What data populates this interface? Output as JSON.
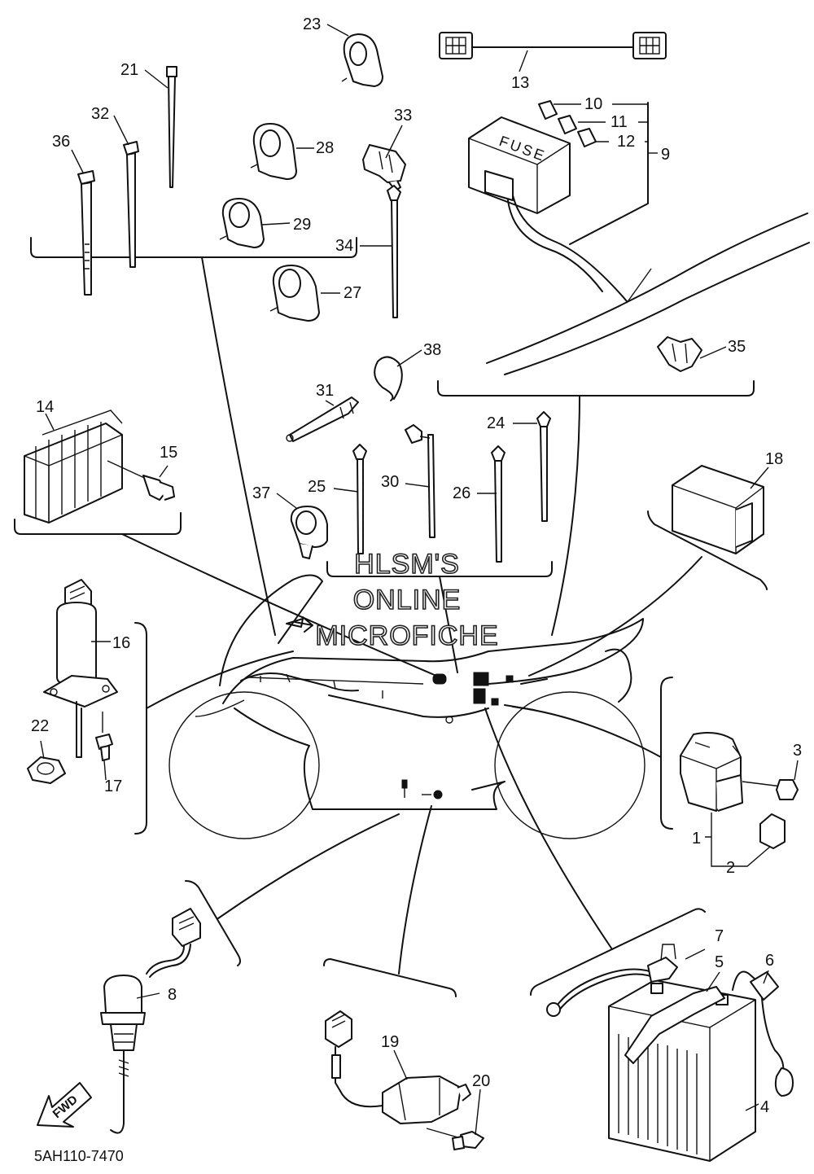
{
  "diagram": {
    "part_labels": [
      {
        "id": "p1",
        "text": "1"
      },
      {
        "id": "p2",
        "text": "2"
      },
      {
        "id": "p3",
        "text": "3"
      },
      {
        "id": "p4",
        "text": "4"
      },
      {
        "id": "p5",
        "text": "5"
      },
      {
        "id": "p6",
        "text": "6"
      },
      {
        "id": "p7",
        "text": "7"
      },
      {
        "id": "p8",
        "text": "8"
      },
      {
        "id": "p9",
        "text": "9"
      },
      {
        "id": "p10",
        "text": "10"
      },
      {
        "id": "p11",
        "text": "11"
      },
      {
        "id": "p12",
        "text": "12"
      },
      {
        "id": "p13",
        "text": "13"
      },
      {
        "id": "p14",
        "text": "14"
      },
      {
        "id": "p15",
        "text": "15"
      },
      {
        "id": "p16",
        "text": "16"
      },
      {
        "id": "p17",
        "text": "17"
      },
      {
        "id": "p18",
        "text": "18"
      },
      {
        "id": "p19",
        "text": "19"
      },
      {
        "id": "p20",
        "text": "20"
      },
      {
        "id": "p21",
        "text": "21"
      },
      {
        "id": "p22",
        "text": "22"
      },
      {
        "id": "p23",
        "text": "23"
      },
      {
        "id": "p24",
        "text": "24"
      },
      {
        "id": "p25",
        "text": "25"
      },
      {
        "id": "p26",
        "text": "26"
      },
      {
        "id": "p27",
        "text": "27"
      },
      {
        "id": "p28",
        "text": "28"
      },
      {
        "id": "p29",
        "text": "29"
      },
      {
        "id": "p30",
        "text": "30"
      },
      {
        "id": "p31",
        "text": "31"
      },
      {
        "id": "p32",
        "text": "32"
      },
      {
        "id": "p33",
        "text": "33"
      },
      {
        "id": "p34",
        "text": "34"
      },
      {
        "id": "p35",
        "text": "35"
      },
      {
        "id": "p36",
        "text": "36"
      },
      {
        "id": "p37",
        "text": "37"
      },
      {
        "id": "p38",
        "text": "38"
      }
    ],
    "fuse_box_text": "FUSE",
    "fwd_arrow_text": "FWD",
    "drawing_code": "5AH110-7470",
    "watermark": {
      "line1": "HLSM'S",
      "line2": "ONLINE",
      "line3": "MICROFICHE"
    }
  }
}
